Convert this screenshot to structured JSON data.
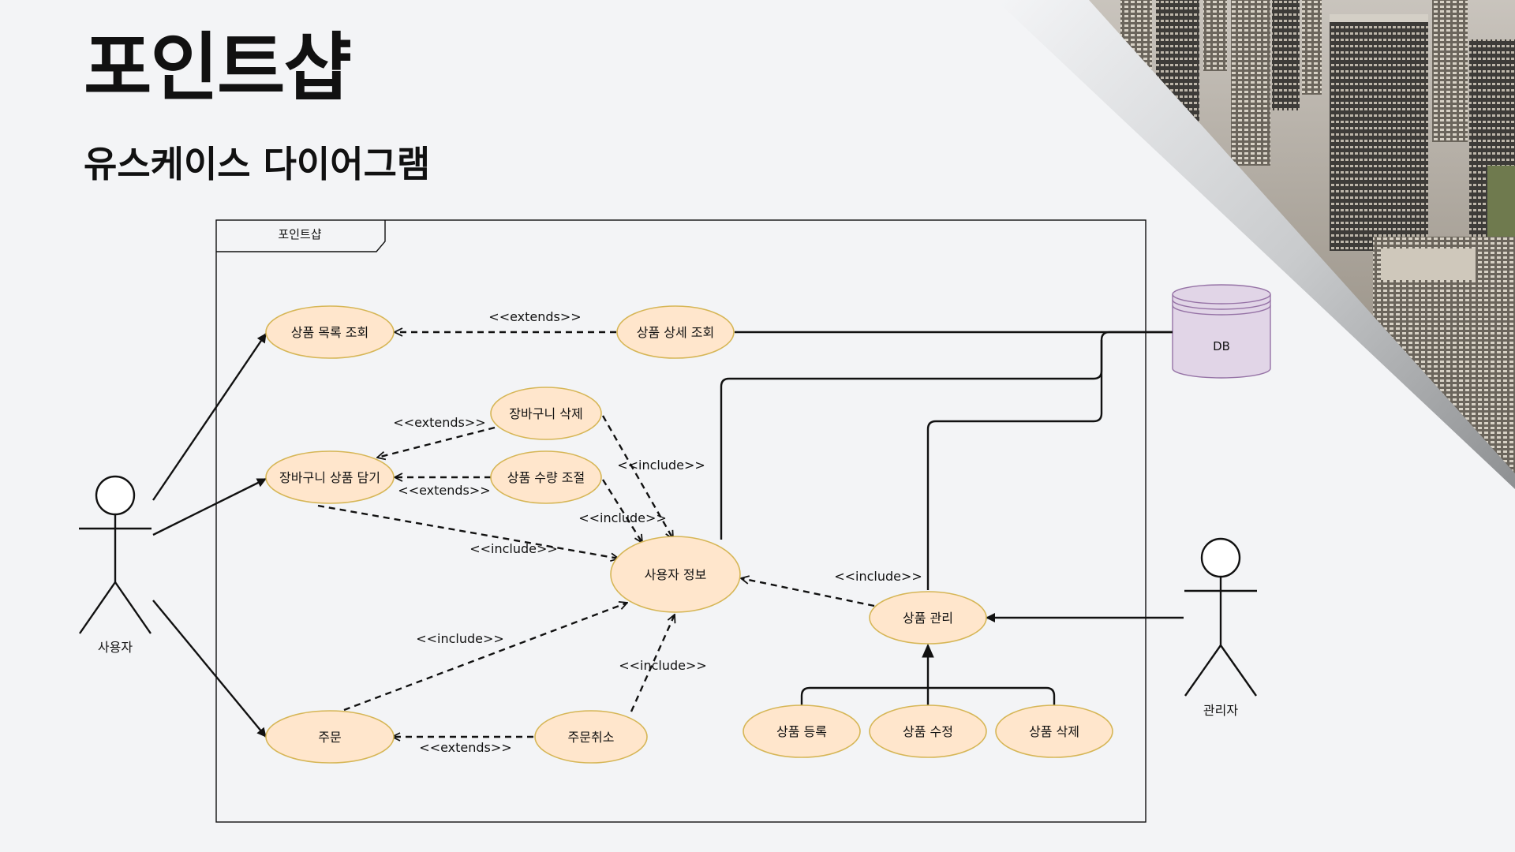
{
  "slide": {
    "title": "포인트샵",
    "subtitle": "유스케이스 다이어그램"
  },
  "diagram": {
    "frame_label": "포인트샵",
    "actors": {
      "user": "사용자",
      "admin": "관리자"
    },
    "database": "DB",
    "use_cases": {
      "product_list": "상품 목록 조회",
      "product_detail": "상품 상세 조회",
      "cart_delete": "장바구니 삭제",
      "cart_add": "장바구니 상품 담기",
      "qty_adjust": "상품 수량 조절",
      "user_info": "사용자 정보",
      "product_manage": "상품 관리",
      "order": "주문",
      "order_cancel": "주문취소",
      "product_register": "상품 등록",
      "product_edit": "상품 수정",
      "product_remove": "상품 삭제"
    },
    "relations": {
      "extends": "<<extends>>",
      "include": "<<include>>"
    }
  },
  "colors": {
    "usecase_fill": "#ffe6cc",
    "usecase_stroke": "#d6b656",
    "db_fill": "#e1d5e7",
    "db_stroke": "#9673a6",
    "line": "#111111",
    "background": "#f3f4f6"
  }
}
